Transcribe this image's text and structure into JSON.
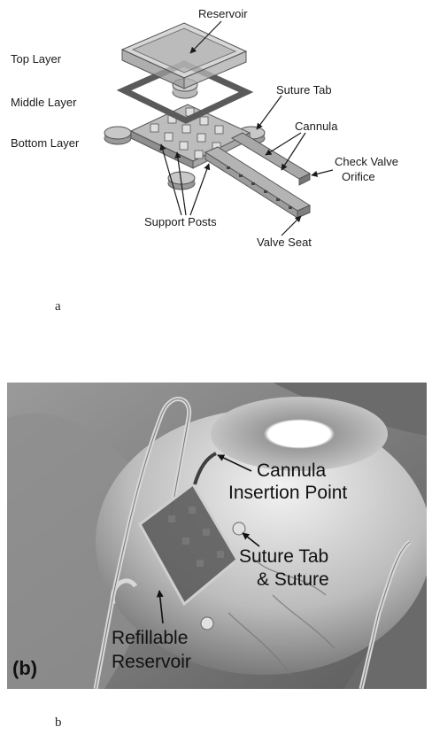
{
  "panel_a": {
    "labels": {
      "reservoir": "Reservoir",
      "top_layer": "Top Layer",
      "middle_layer": "Middle Layer",
      "bottom_layer": "Bottom Layer",
      "suture_tab": "Suture Tab",
      "cannula": "Cannula",
      "check_valve_line1": "Check Valve",
      "check_valve_line2": "Orifice",
      "support_posts": "Support Posts",
      "valve_seat": "Valve Seat"
    },
    "caption": "a"
  },
  "panel_b": {
    "labels": {
      "panel_tag": "(b)",
      "cannula_insertion_line1": "Cannula",
      "cannula_insertion_line2": "Insertion Point",
      "suture_tab_line1": "Suture Tab",
      "suture_tab_line2": "& Suture",
      "refillable_line1": "Refillable",
      "refillable_line2": "Reservoir"
    },
    "caption": "b"
  }
}
